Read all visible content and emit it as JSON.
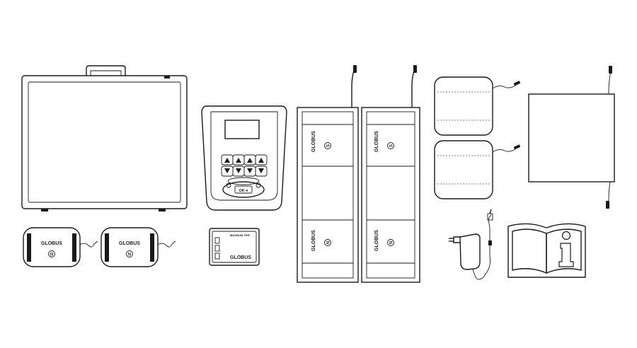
{
  "items": {
    "brand": "GLOBUS",
    "pole_positive": "S",
    "pole_negative": "N",
    "cable_plate_header": "MAGNUM TPIF",
    "device_button": "OK ●"
  }
}
